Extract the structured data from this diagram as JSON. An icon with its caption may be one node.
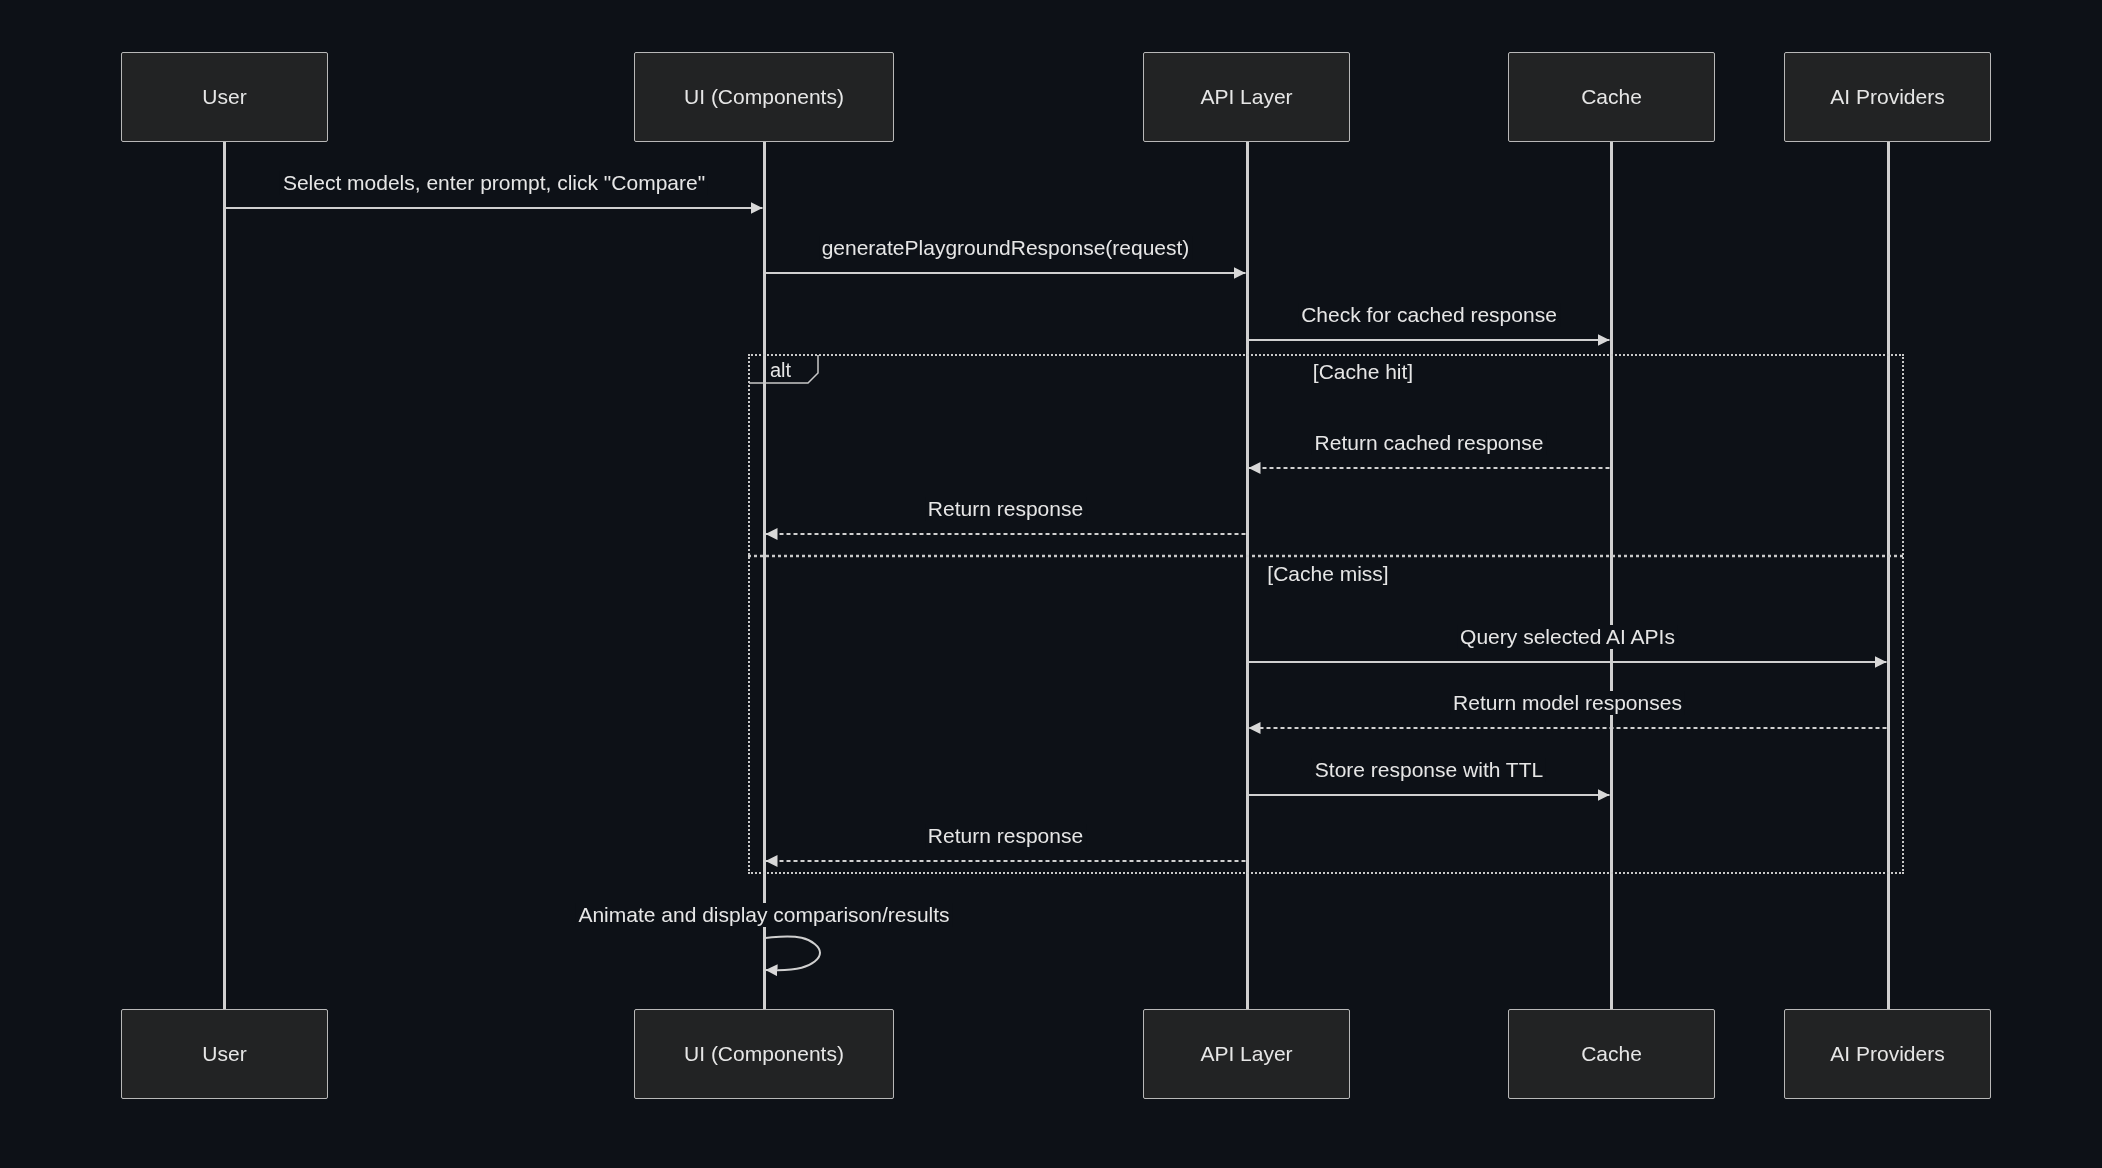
{
  "diagram": {
    "nodes": [
      {
        "text": [
          "User"
        ]
      },
      {
        "text": [
          "UI (Components)"
        ]
      },
      {
        "text": [
          "API Layer"
        ]
      },
      {
        "text": [
          "Cache"
        ]
      },
      {
        "text": [
          "AI Providers"
        ]
      },
      {
        "text": [],
        "shape": "bar"
      },
      {
        "text": [],
        "shape": "bar"
      },
      {
        "text": [],
        "shape": "bar"
      },
      {
        "text": [],
        "shape": "bar"
      },
      {
        "text": [],
        "shape": "bar"
      },
      {
        "text": [
          "User"
        ]
      },
      {
        "text": [
          "UI (Components)"
        ]
      },
      {
        "text": [
          "API Layer"
        ]
      },
      {
        "text": [
          "Cache"
        ]
      },
      {
        "text": [
          "AI Providers"
        ]
      }
    ],
    "edges": [
      {
        "from": 5,
        "to": 6,
        "arrow": "to",
        "label": "Select models, enter prompt, click \"Compare\""
      },
      {
        "from": 6,
        "to": 7,
        "arrow": "to",
        "label": "generatePlaygroundResponse(request)"
      },
      {
        "from": 7,
        "to": 8,
        "arrow": "to",
        "label": "Check for cached response"
      },
      {
        "from": 8,
        "to": 7,
        "arrow": "to",
        "label": "Return cached response",
        "style": "dashed"
      },
      {
        "from": 7,
        "to": 6,
        "arrow": "to",
        "label": "Return response",
        "style": "dashed"
      },
      {
        "from": 7,
        "to": 9,
        "arrow": "to",
        "label": "Query selected AI APIs"
      },
      {
        "from": 9,
        "to": 7,
        "arrow": "to",
        "label": "Return model responses",
        "style": "dashed"
      },
      {
        "from": 7,
        "to": 8,
        "arrow": "to",
        "label": "Store response with TTL"
      },
      {
        "from": 7,
        "to": 6,
        "arrow": "to",
        "label": "Return response",
        "style": "dashed"
      },
      {
        "from": 6,
        "to": 6,
        "arrow": "to",
        "label": "Animate and display comparison/results"
      }
    ],
    "labels": [
      "alt",
      "[Cache hit]",
      "[Cache miss]"
    ]
  }
}
